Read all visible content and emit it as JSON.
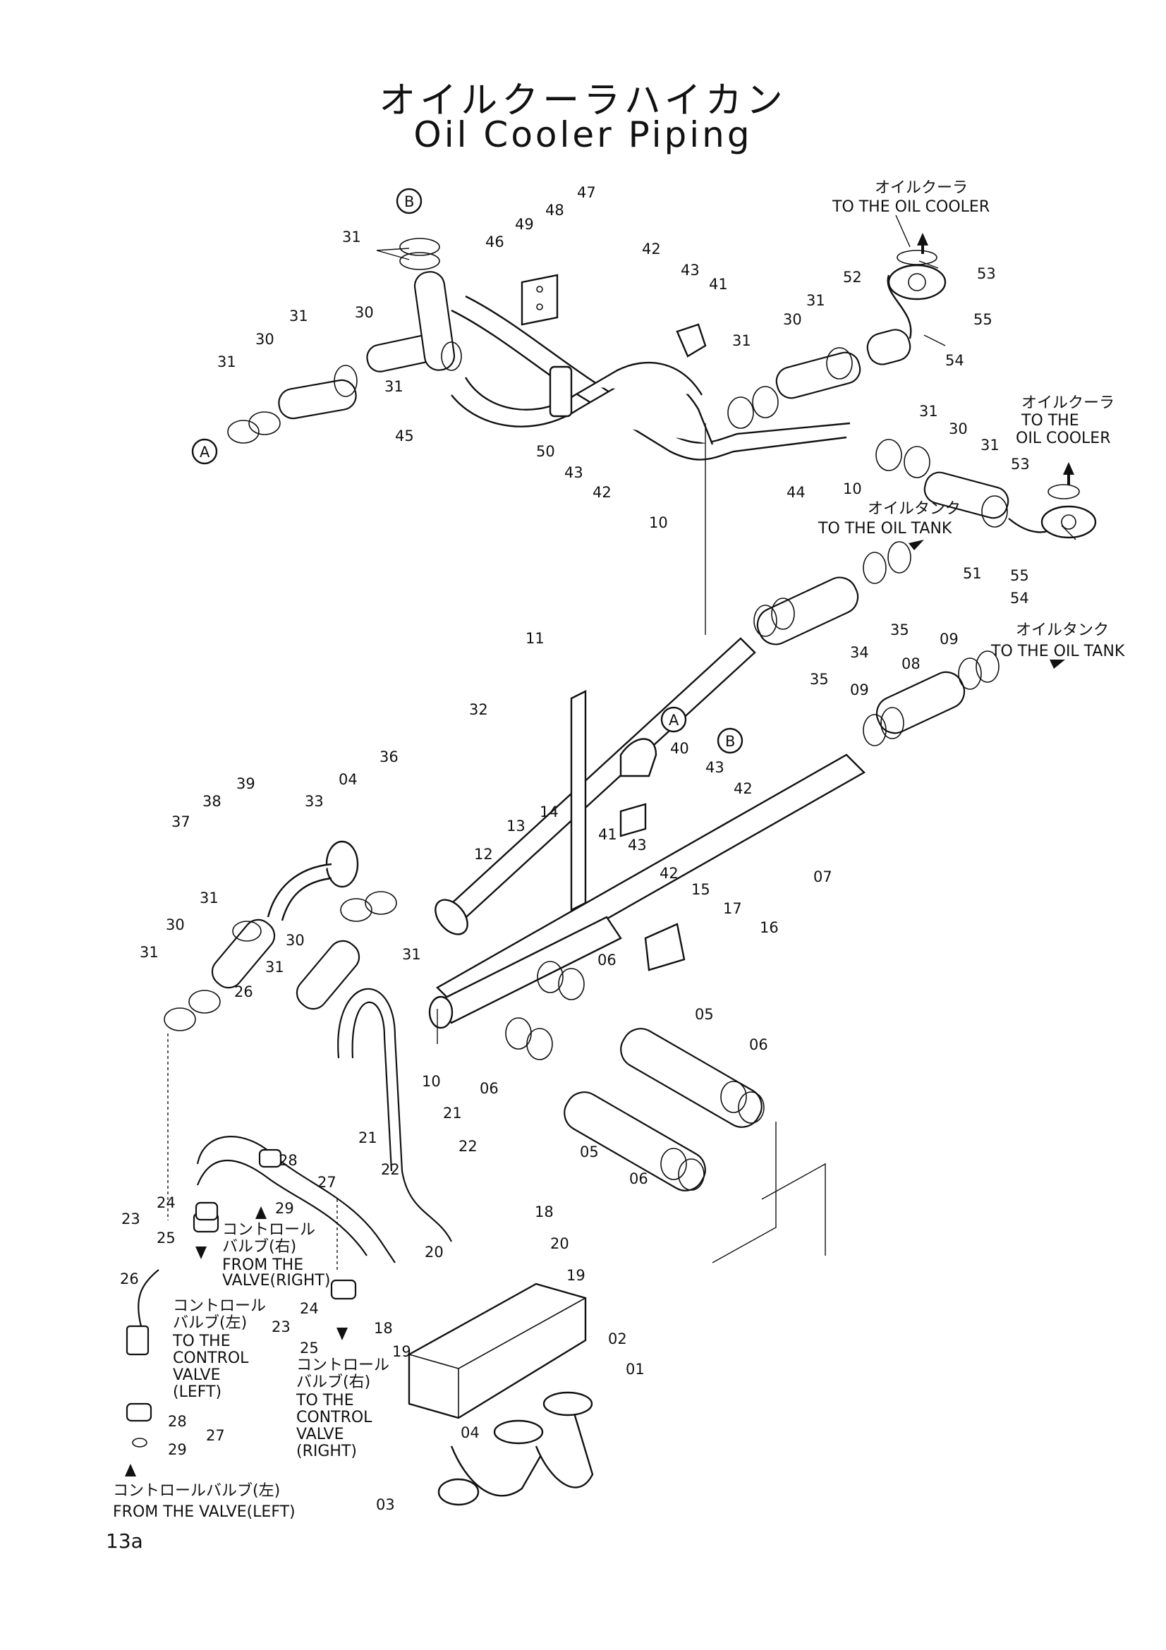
{
  "title": {
    "jp": "オイルクーラハイカン",
    "en": "Oil Cooler Piping"
  },
  "page_number": "13a",
  "destinations": {
    "oil_cooler_top": {
      "jp": "オイルクーラ",
      "en": "TO THE OIL COOLER"
    },
    "oil_cooler_right": {
      "jp": "オイルクーラ",
      "en1": "TO THE",
      "en2": "OIL COOLER"
    },
    "oil_tank_mid": {
      "jp": "オイルタンク",
      "en": "TO THE OIL TANK"
    },
    "oil_tank_right": {
      "jp": "オイルタンク",
      "en": "TO THE OIL TANK"
    },
    "from_valve_right": {
      "jp1": "コントロール",
      "jp2": "バルブ(右)",
      "en1": "FROM THE",
      "en2": "VALVE(RIGHT)"
    },
    "to_valve_left": {
      "jp1": "コントロール",
      "jp2": "バルブ(左)",
      "en1": "TO THE",
      "en2": "CONTROL",
      "en3": "VALVE",
      "en4": "(LEFT)"
    },
    "to_valve_right": {
      "jp1": "コントロール",
      "jp2": "バルブ(右)",
      "en1": "TO THE",
      "en2": "CONTROL",
      "en3": "VALVE",
      "en4": "(RIGHT)"
    },
    "from_valve_left": {
      "jp": "コントロールバルブ(左)",
      "en": "FROM THE VALVE(LEFT)"
    }
  },
  "refs": {
    "A": "A",
    "B": "B"
  },
  "parts": {
    "p01": "01",
    "p02": "02",
    "p03": "03",
    "p04": "04",
    "p05": "05",
    "p06": "06",
    "p07": "07",
    "p08": "08",
    "p09": "09",
    "p10": "10",
    "p11": "11",
    "p12": "12",
    "p13": "13",
    "p14": "14",
    "p15": "15",
    "p16": "16",
    "p17": "17",
    "p18": "18",
    "p19": "19",
    "p20": "20",
    "p21": "21",
    "p22": "22",
    "p23": "23",
    "p24": "24",
    "p25": "25",
    "p26": "26",
    "p27": "27",
    "p28": "28",
    "p29": "29",
    "p30": "30",
    "p31": "31",
    "p32": "32",
    "p33": "33",
    "p34": "34",
    "p35": "35",
    "p36": "36",
    "p37": "37",
    "p38": "38",
    "p39": "39",
    "p40": "40",
    "p41": "41",
    "p42": "42",
    "p43": "43",
    "p44": "44",
    "p45": "45",
    "p46": "46",
    "p47": "47",
    "p48": "48",
    "p49": "49",
    "p50": "50",
    "p51": "51",
    "p52": "52",
    "p53": "53",
    "p54": "54",
    "p55": "55"
  }
}
